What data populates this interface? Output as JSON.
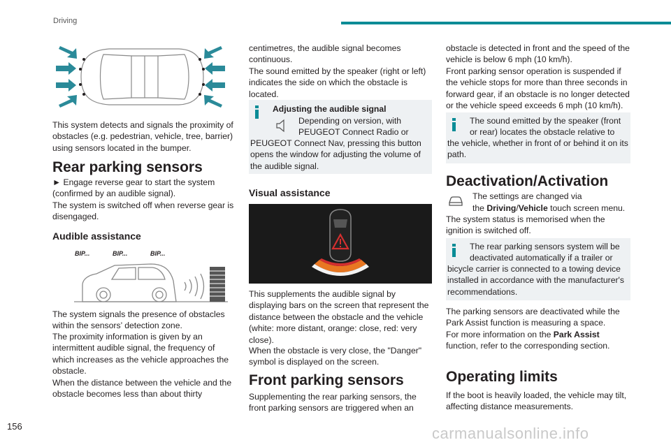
{
  "header": {
    "section": "Driving",
    "page_number": "156"
  },
  "watermark": "carmanualsonline.info",
  "col1": {
    "intro": "This system detects and signals the proximity of obstacles (e.g. pedestrian, vehicle, tree, barrier) using sensors located in the bumper.",
    "rear_title": "Rear parking sensors",
    "rear_p1": "► Engage reverse gear to start the system (confirmed by an audible signal).",
    "rear_p2": "The system is switched off when reverse gear is disengaged.",
    "audible_title": "Audible assistance",
    "bip1": "BIP...",
    "bip2": "BIP...",
    "bip3": "BIP...",
    "p_detect": "The system signals the presence of obstacles within the sensors’ detection zone.",
    "p_proximity": "The proximity information is given by an intermittent audible signal, the frequency of which increases as the vehicle approaches the obstacle.",
    "p_distance": "When the distance between the vehicle and the obstacle becomes less than about thirty"
  },
  "col2": {
    "p_cont": "centimetres, the audible signal becomes continuous.",
    "p_speaker": "The sound emitted by the speaker (right or left) indicates the side on which the obstacle is located.",
    "note_title": "Adjusting the audible signal",
    "note_body_1": "Depending on version, with",
    "note_body_2": "PEUGEOT Connect Radio or",
    "note_body_3": "PEUGEOT Connect Nav, pressing this button opens the window for adjusting the volume of the audible signal.",
    "visual_title": "Visual assistance",
    "p_visual": "This supplements the audible signal by displaying bars on the screen that represent the distance between the obstacle and the vehicle (white: more distant, orange: close, red: very close).",
    "p_danger": "When the obstacle is very close, the \"Danger\" symbol is displayed on the screen.",
    "front_title": "Front parking sensors",
    "p_front": "Supplementing the rear parking sensors, the front parking sensors are triggered when an"
  },
  "col3": {
    "p_obst": "obstacle is detected in front and the speed of the vehicle is below 6 mph (10 km/h).",
    "p_susp": "Front parking sensor operation is suspended if the vehicle stops for more than three seconds in forward gear, if an obstacle is no longer detected or the vehicle speed exceeds 6 mph (10 km/h).",
    "note1_line1": "The sound emitted by the speaker (front",
    "note1_line2": "or rear) locates the obstacle relative to",
    "note1_rest": "the vehicle, whether in front of or behind it on its path.",
    "deact_title": "Deactivation/Activation",
    "settings_l1": "The settings are changed via",
    "settings_l2a": "the ",
    "settings_l2b": "Driving",
    "settings_l2c": "/",
    "settings_l2d": "Vehicle",
    "settings_l2e": " touch screen menu.",
    "p_memo": "The system status is memorised when the ignition is switched off.",
    "note2_line1": "The rear parking sensors system will be",
    "note2_line2": "deactivated automatically if a trailer or",
    "note2_rest": "bicycle carrier is connected to a towing device installed in accordance with the manufacturer's recommendations.",
    "p_park1": "The parking sensors are deactivated while the Park Assist function is measuring a space.",
    "p_park2a": "For more information on the ",
    "p_park2b": "Park Assist",
    "p_park2c": " function, refer to the corresponding section.",
    "limits_title": "Operating limits",
    "p_limits": "If the boot is heavily loaded, the vehicle may tilt, affecting distance measurements."
  },
  "colors": {
    "teal": "#0a8c96",
    "note_bg": "#eef1f3",
    "orange": "#e87722",
    "red": "#d32f2f"
  }
}
